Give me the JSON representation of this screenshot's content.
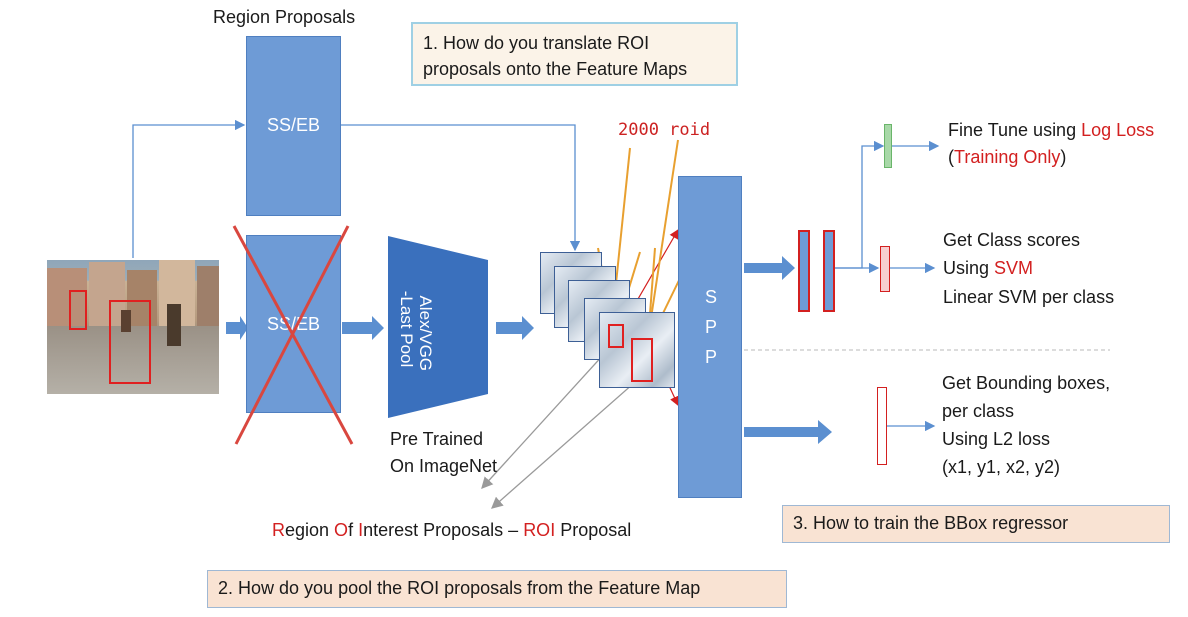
{
  "title_region_proposals": "Region Proposals",
  "blocks": {
    "ss_eb_top": "SS/EB",
    "ss_eb_bottom": "SS/EB",
    "cnn": "Alex/VGG\n-Last Pool",
    "spp": "S P P"
  },
  "pretrained": [
    "Pre Trained",
    "On ImageNet"
  ],
  "roi_annotation": "2000 roid",
  "roi_caption": {
    "r": "R",
    "egion": "egion ",
    "o": "O",
    "f": "f ",
    "i": "I",
    "nterest": "nterest Proposals – ",
    "roi": "ROI",
    "proposal": " Proposal"
  },
  "questions": {
    "q1": "1. How do you translate ROI proposals onto the Feature Maps",
    "q2": "2. How do you pool the ROI proposals from the Feature Map",
    "q3": "3. How to train the BBox regressor"
  },
  "outputs": {
    "finetune": {
      "line1_prefix": "Fine Tune using ",
      "line1_red": "Log Loss",
      "line2_open": "(",
      "line2_red": "Training Only",
      "line2_close": ")"
    },
    "class": {
      "line1": "Get Class scores",
      "line2_prefix": "Using ",
      "line2_red": "SVM",
      "line3": "Linear SVM per class"
    },
    "bbox": {
      "line1": "Get Bounding boxes,",
      "line2": "per class",
      "line3": "Using L2 loss",
      "line4": "(x1, y1, x2, y2)"
    }
  },
  "colors": {
    "block_blue": "#6e9bd6",
    "cnn_blue": "#3a70bd",
    "red": "#d32020",
    "orange": "#e8a030",
    "green": "#a8d8a8"
  }
}
